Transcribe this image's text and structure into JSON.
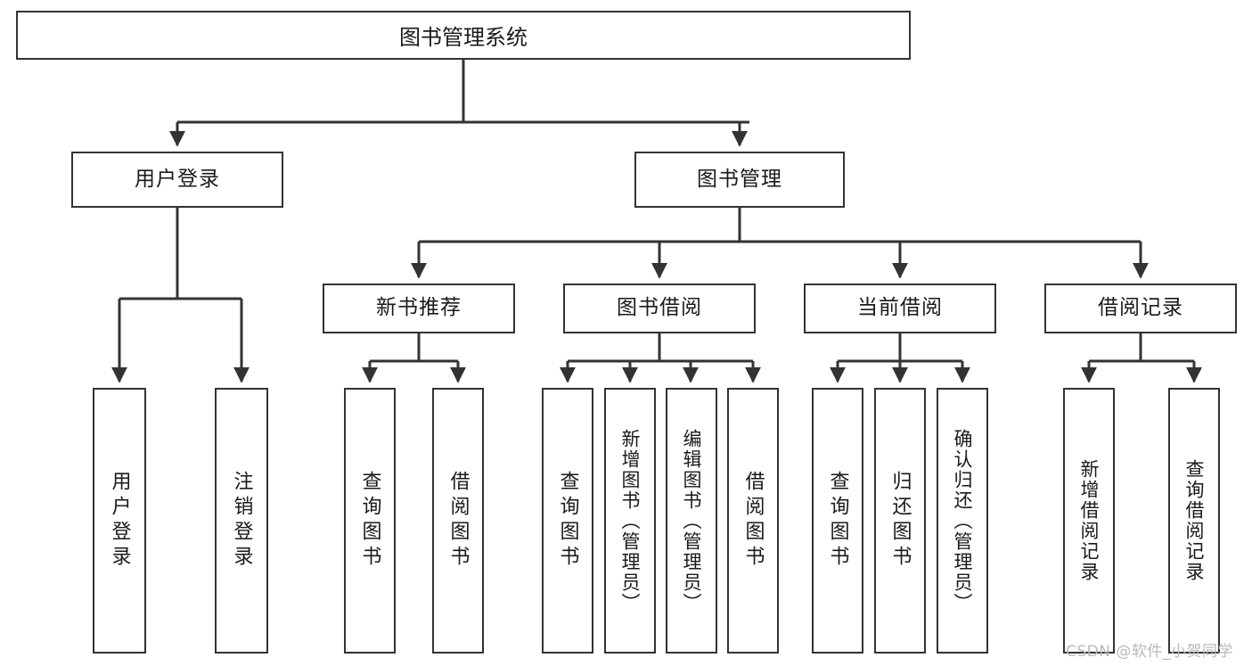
{
  "diagram": {
    "type": "tree-hierarchy",
    "title": "图书管理系统",
    "orientation": "top-down",
    "stroke_color": "#333333",
    "fill_color": "#ffffff",
    "text_color": "#1a1a1a"
  },
  "nodes": {
    "root": {
      "label": "图书管理系统"
    },
    "level2": [
      {
        "label": "用户登录"
      },
      {
        "label": "图书管理"
      }
    ],
    "level3": [
      {
        "label": "新书推荐"
      },
      {
        "label": "图书借阅"
      },
      {
        "label": "当前借阅"
      },
      {
        "label": "借阅记录"
      }
    ],
    "leaves": {
      "user_login": [
        {
          "label": "用户登录"
        },
        {
          "label": "注销登录"
        }
      ],
      "new_book_recommend": [
        {
          "label": "查询图书"
        },
        {
          "label": "借阅图书"
        }
      ],
      "book_borrow": [
        {
          "label": "查询图书"
        },
        {
          "label": "新增图书（管理员）"
        },
        {
          "label": "编辑图书（管理员）"
        },
        {
          "label": "借阅图书"
        }
      ],
      "current_borrow": [
        {
          "label": "查询图书"
        },
        {
          "label": "归还图书"
        },
        {
          "label": "确认归还（管理员）"
        }
      ],
      "borrow_record": [
        {
          "label": "新增借阅记录"
        },
        {
          "label": "查询借阅记录"
        }
      ]
    }
  },
  "watermark": {
    "text": "CSDN @软件_小贺同学"
  }
}
